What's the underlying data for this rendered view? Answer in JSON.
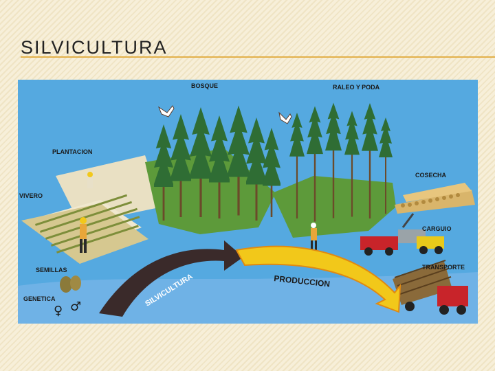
{
  "slide": {
    "title": "SILVICULTURA"
  },
  "illustration": {
    "labels": {
      "bosque": "BOSQUE",
      "raleo": "RALEO Y PODA",
      "plantacion": "PLANTACION",
      "vivero": "VIVERO",
      "cosecha": "COSECHA",
      "carguio": "CARGUIO",
      "transporte": "TRANSPORTE",
      "semillas": "SEMILLAS",
      "genetica": "GENETICA",
      "produccion": "PRODUCCION",
      "silvicultura": "SILVICULTURA"
    },
    "symbols": {
      "female": "♀",
      "male": "♂"
    },
    "colors": {
      "sky": "#55a9e0",
      "grass": "#5d9a3a",
      "tree": "#2e6b34",
      "dark_arrow": "#3a2a2a",
      "yellow_arrow": "#f2c81a",
      "truck": "#c8242a"
    }
  }
}
